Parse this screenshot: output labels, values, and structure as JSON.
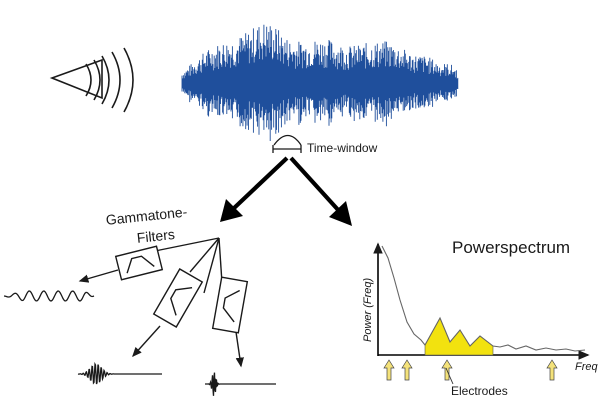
{
  "labels": {
    "time_window": "Time-window",
    "gammatone_line1": "Gammatone-",
    "gammatone_line2": "Filters",
    "powerspectrum": "Powerspectrum",
    "power_axis": "Power (Freq)",
    "freq_axis": "Freq",
    "electrodes": "Electrodes"
  },
  "colors": {
    "waveform": "#1f4f9c",
    "spectrum_fill": "#f2e20f",
    "electrode_arrow": "#f4e27a",
    "stroke": "#1a1a1a"
  },
  "icons": {
    "sound_source": "ear-cone-icon",
    "filter": "bandpass-filter-icon"
  }
}
